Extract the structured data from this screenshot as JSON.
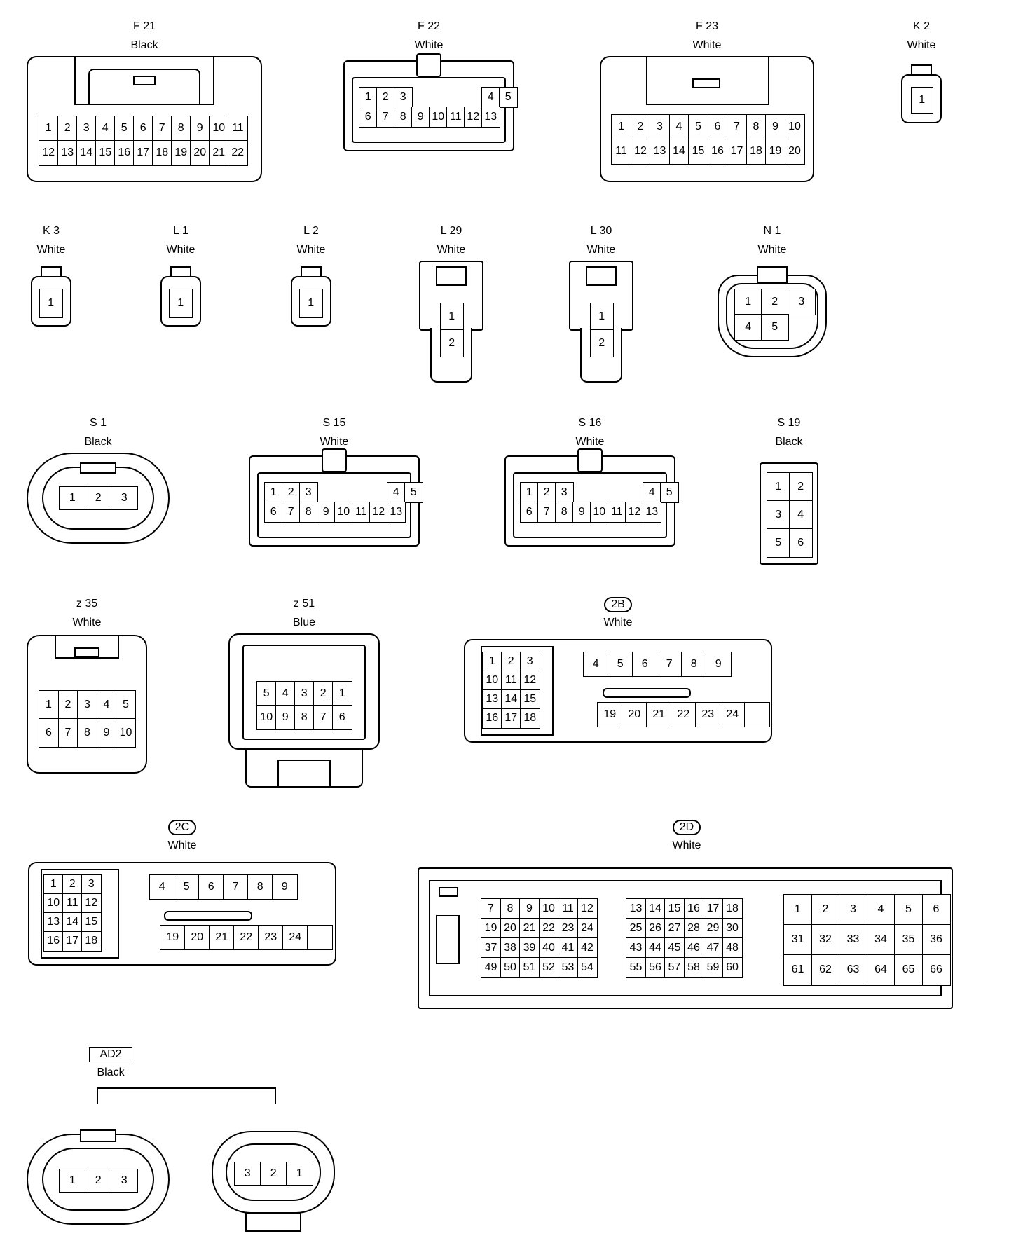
{
  "connectors": [
    {
      "id": "F21",
      "code": "F 21",
      "color": "Black",
      "label_style": "plain",
      "rows": [
        [
          "1",
          "2",
          "3",
          "4",
          "5",
          "6",
          "7",
          "8",
          "9",
          "10",
          "11"
        ],
        [
          "12",
          "13",
          "14",
          "15",
          "16",
          "17",
          "18",
          "19",
          "20",
          "21",
          "22"
        ]
      ]
    },
    {
      "id": "F22",
      "code": "F 22",
      "color": "White",
      "label_style": "plain",
      "rows": [
        [
          "1",
          "2",
          "3",
          "",
          "",
          "",
          "",
          "4",
          "5"
        ],
        [
          "6",
          "7",
          "8",
          "9",
          "10",
          "11",
          "12",
          "13"
        ]
      ]
    },
    {
      "id": "F23",
      "code": "F 23",
      "color": "White",
      "label_style": "plain",
      "rows": [
        [
          "1",
          "2",
          "3",
          "4",
          "5",
          "6",
          "7",
          "8",
          "9",
          "10"
        ],
        [
          "11",
          "12",
          "13",
          "14",
          "15",
          "16",
          "17",
          "18",
          "19",
          "20"
        ]
      ]
    },
    {
      "id": "K2",
      "code": "K 2",
      "color": "White",
      "label_style": "plain",
      "rows": [
        [
          "1"
        ]
      ]
    },
    {
      "id": "K3",
      "code": "K 3",
      "color": "White",
      "label_style": "plain",
      "rows": [
        [
          "1"
        ]
      ]
    },
    {
      "id": "L1",
      "code": "L 1",
      "color": "White",
      "label_style": "plain",
      "rows": [
        [
          "1"
        ]
      ]
    },
    {
      "id": "L2",
      "code": "L 2",
      "color": "White",
      "label_style": "plain",
      "rows": [
        [
          "1"
        ]
      ]
    },
    {
      "id": "L29",
      "code": "L 29",
      "color": "White",
      "label_style": "plain",
      "rows": [
        [
          "1"
        ],
        [
          "2"
        ]
      ]
    },
    {
      "id": "L30",
      "code": "L 30",
      "color": "White",
      "label_style": "plain",
      "rows": [
        [
          "1"
        ],
        [
          "2"
        ]
      ]
    },
    {
      "id": "N1",
      "code": "N 1",
      "color": "White",
      "label_style": "plain",
      "rows": [
        [
          "1",
          "2",
          "3"
        ],
        [
          "4",
          "5"
        ]
      ]
    },
    {
      "id": "S1",
      "code": "S 1",
      "color": "Black",
      "label_style": "plain",
      "rows": [
        [
          "1",
          "2",
          "3"
        ]
      ]
    },
    {
      "id": "S15",
      "code": "S 15",
      "color": "White",
      "label_style": "plain",
      "rows": [
        [
          "1",
          "2",
          "3",
          "",
          "",
          "",
          "",
          "4",
          "5"
        ],
        [
          "6",
          "7",
          "8",
          "9",
          "10",
          "11",
          "12",
          "13"
        ]
      ]
    },
    {
      "id": "S16",
      "code": "S 16",
      "color": "White",
      "label_style": "plain",
      "rows": [
        [
          "1",
          "2",
          "3",
          "",
          "",
          "",
          "",
          "4",
          "5"
        ],
        [
          "6",
          "7",
          "8",
          "9",
          "10",
          "11",
          "12",
          "13"
        ]
      ]
    },
    {
      "id": "S19",
      "code": "S 19",
      "color": "Black",
      "label_style": "plain",
      "rows": [
        [
          "1",
          "2"
        ],
        [
          "3",
          "4"
        ],
        [
          "5",
          "6"
        ]
      ]
    },
    {
      "id": "Z35",
      "code": "z 35",
      "color": "White",
      "label_style": "plain",
      "rows": [
        [
          "1",
          "2",
          "3",
          "4",
          "5"
        ],
        [
          "6",
          "7",
          "8",
          "9",
          "10"
        ]
      ]
    },
    {
      "id": "Z51",
      "code": "z 51",
      "color": "Blue",
      "label_style": "plain",
      "rows": [
        [
          "5",
          "4",
          "3",
          "2",
          "1"
        ],
        [
          "10",
          "9",
          "8",
          "7",
          "6"
        ]
      ]
    },
    {
      "id": "2B",
      "code": "2B",
      "color": "White",
      "label_style": "oval",
      "left_rows": [
        [
          "1",
          "2",
          "3"
        ],
        [
          "10",
          "11",
          "12"
        ],
        [
          "13",
          "14",
          "15"
        ],
        [
          "16",
          "17",
          "18"
        ]
      ],
      "top_row": [
        "4",
        "5",
        "6",
        "7",
        "8",
        "9"
      ],
      "bottom_row": [
        "19",
        "20",
        "21",
        "22",
        "23",
        "24",
        ""
      ]
    },
    {
      "id": "2C",
      "code": "2C",
      "color": "White",
      "label_style": "oval",
      "left_rows": [
        [
          "1",
          "2",
          "3"
        ],
        [
          "10",
          "11",
          "12"
        ],
        [
          "13",
          "14",
          "15"
        ],
        [
          "16",
          "17",
          "18"
        ]
      ],
      "top_row": [
        "4",
        "5",
        "6",
        "7",
        "8",
        "9"
      ],
      "bottom_row": [
        "19",
        "20",
        "21",
        "22",
        "23",
        "24",
        ""
      ]
    },
    {
      "id": "2D",
      "code": "2D",
      "color": "White",
      "label_style": "oval",
      "block_a": [
        [
          "7",
          "8",
          "9",
          "10",
          "11",
          "12"
        ],
        [
          "19",
          "20",
          "21",
          "22",
          "23",
          "24"
        ],
        [
          "37",
          "38",
          "39",
          "40",
          "41",
          "42"
        ],
        [
          "49",
          "50",
          "51",
          "52",
          "53",
          "54"
        ]
      ],
      "block_b": [
        [
          "13",
          "14",
          "15",
          "16",
          "17",
          "18"
        ],
        [
          "25",
          "26",
          "27",
          "28",
          "29",
          "30"
        ],
        [
          "43",
          "44",
          "45",
          "46",
          "47",
          "48"
        ],
        [
          "55",
          "56",
          "57",
          "58",
          "59",
          "60"
        ]
      ],
      "block_c": [
        [
          "1",
          "2",
          "3",
          "4",
          "5",
          "6"
        ],
        [
          "31",
          "32",
          "33",
          "34",
          "35",
          "36"
        ],
        [
          "61",
          "62",
          "63",
          "64",
          "65",
          "66"
        ]
      ]
    },
    {
      "id": "AD2",
      "code": "AD2",
      "color": "Black",
      "label_style": "boxed",
      "left_rows": [
        [
          "1",
          "2",
          "3"
        ]
      ],
      "right_rows": [
        [
          "3",
          "2",
          "1"
        ]
      ]
    }
  ]
}
